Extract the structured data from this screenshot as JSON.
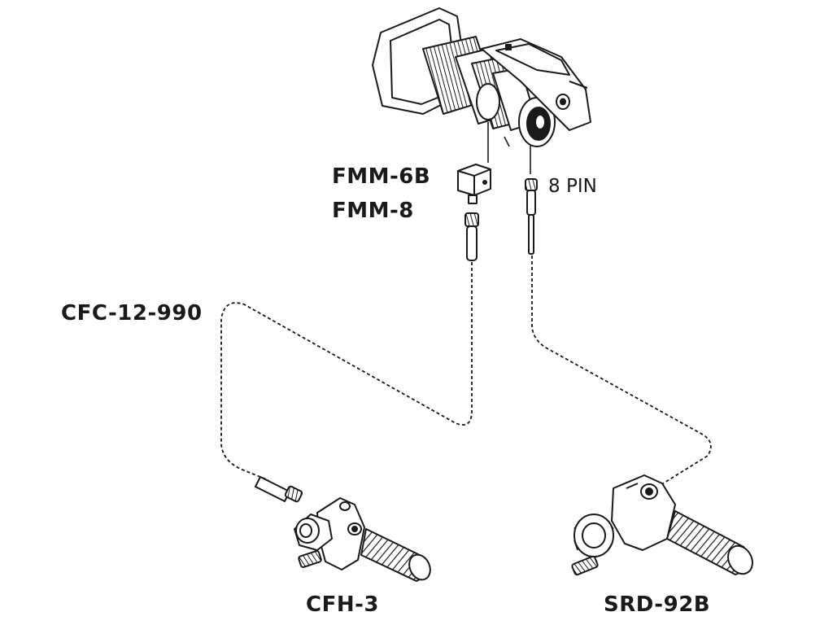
{
  "labels": {
    "focus_module_1": "FMM-6B",
    "focus_module_2": "FMM-8",
    "connector": "8 PIN",
    "cable": "CFC-12-990",
    "focus_handle": "CFH-3",
    "zoom_demand": "SRD-92B"
  },
  "colors": {
    "ink": "#1a1a1a",
    "paper": "#ffffff"
  }
}
